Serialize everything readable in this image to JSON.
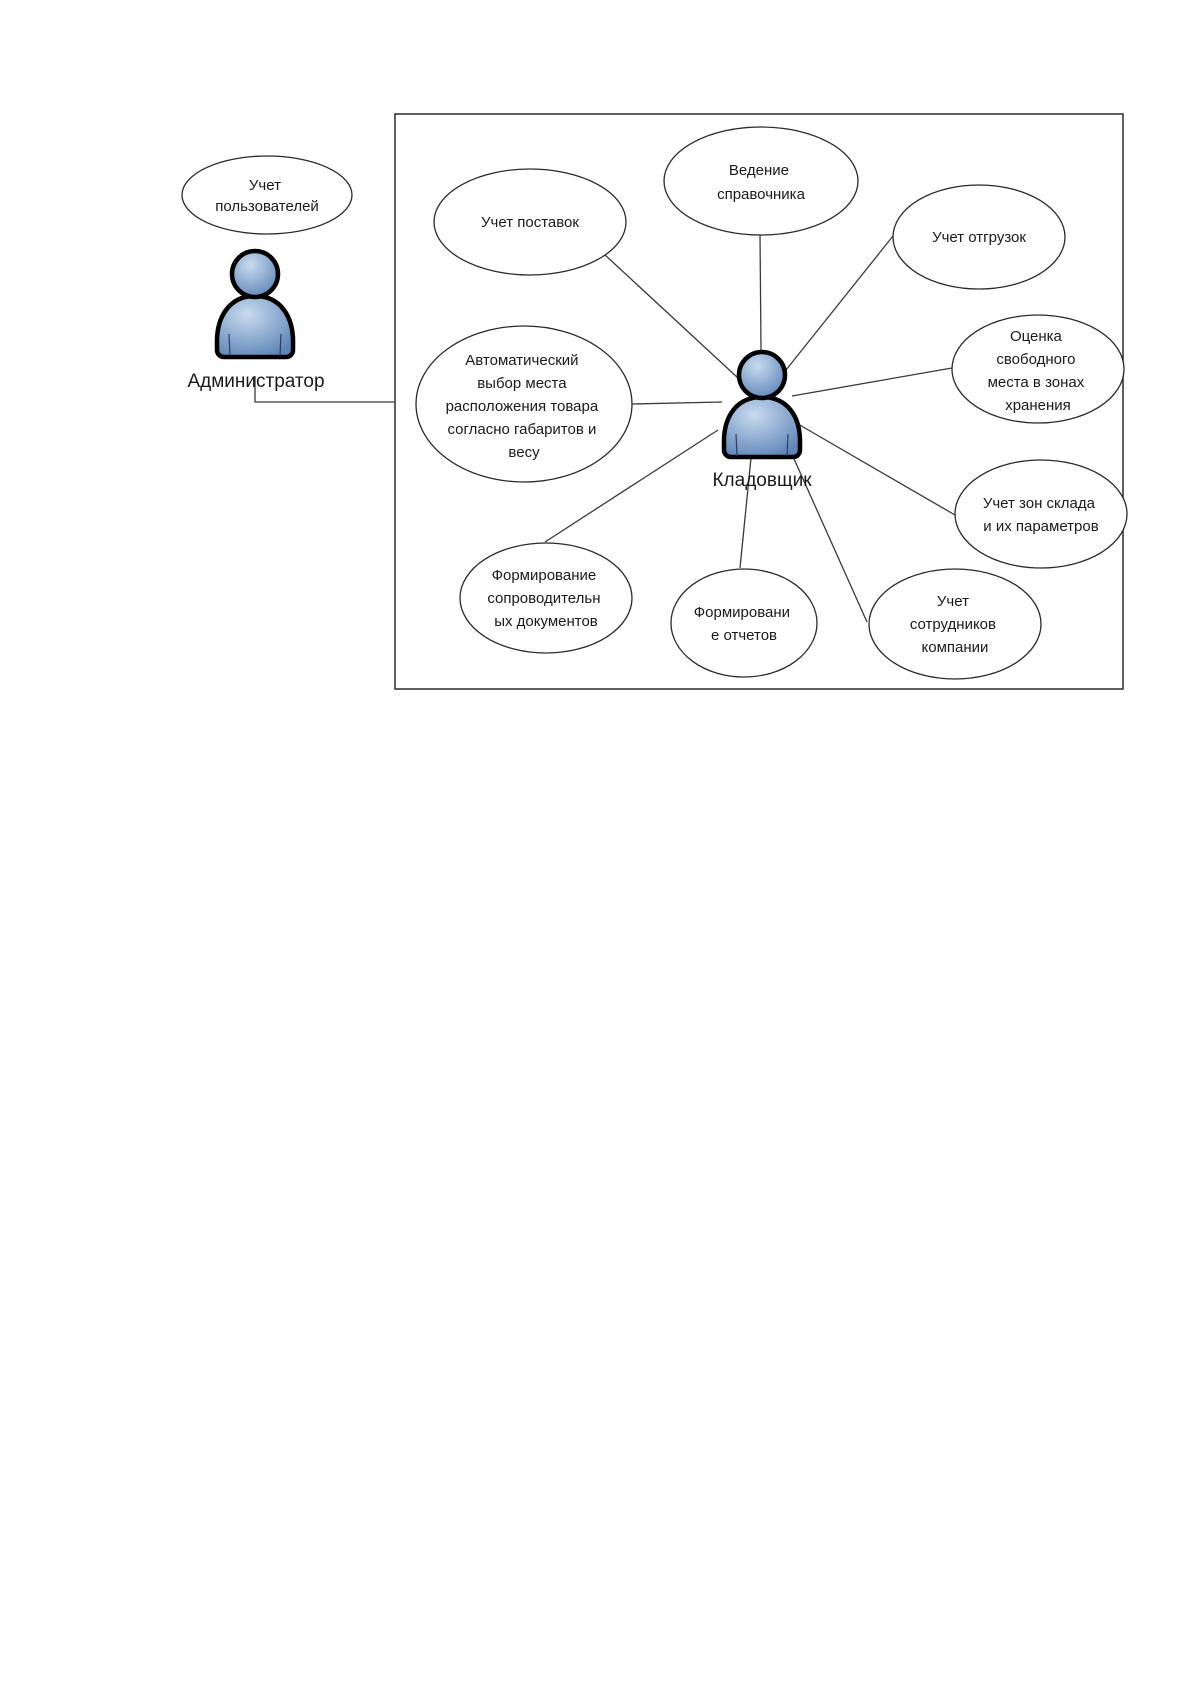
{
  "actors": {
    "admin": {
      "label": "Администратор"
    },
    "storekeeper": {
      "label": "Кладовщик"
    }
  },
  "use_cases": {
    "users": {
      "lines": [
        "Учет",
        "пользователей"
      ]
    },
    "supplies": {
      "lines": [
        "Учет поставок"
      ]
    },
    "directory": {
      "lines": [
        "Ведение",
        "справочника"
      ]
    },
    "shipments": {
      "lines": [
        "Учет отгрузок"
      ]
    },
    "free_space": {
      "lines": [
        "Оценка",
        "свободного",
        "места в зонах",
        "хранения"
      ]
    },
    "auto_place": {
      "lines": [
        "Автоматический",
        "выбор места",
        "расположения товара",
        "согласно габаритов и",
        "весу"
      ]
    },
    "zones": {
      "lines": [
        "Учет зон склада",
        "и их параметров"
      ]
    },
    "docs": {
      "lines": [
        "Формирование",
        "сопроводительн",
        "ых документов"
      ]
    },
    "reports": {
      "lines": [
        "Формировани",
        "е отчетов"
      ]
    },
    "staff": {
      "lines": [
        "Учет",
        "сотрудников",
        "компании"
      ]
    }
  },
  "colors": {
    "actor_fill_light": "#b8cde6",
    "actor_fill_dark": "#5f86b8",
    "actor_outline": "#000000",
    "line": "#3a3a3a"
  }
}
